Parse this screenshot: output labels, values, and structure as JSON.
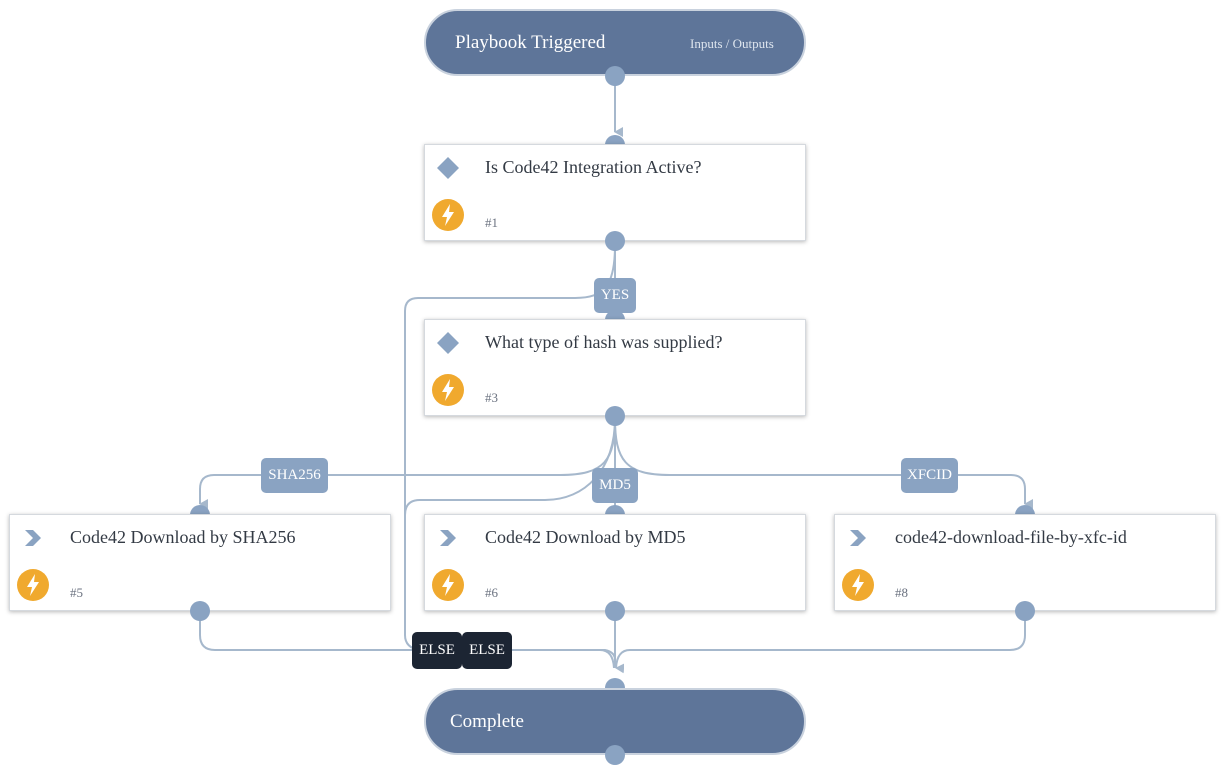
{
  "start": {
    "title": "Playbook Triggered",
    "link": "Inputs / Outputs"
  },
  "tasks": [
    {
      "name": "Is Code42 Integration Active?",
      "id": "#1",
      "icon": "diamond-icon"
    },
    {
      "name": "What type of hash was supplied?",
      "id": "#3",
      "icon": "diamond-icon"
    },
    {
      "name": "Code42 Download by SHA256",
      "id": "#5",
      "icon": "chevron-right-icon"
    },
    {
      "name": "Code42 Download by MD5",
      "id": "#6",
      "icon": "chevron-right-icon"
    },
    {
      "name": "code42-download-file-by-xfc-id",
      "id": "#8",
      "icon": "chevron-right-icon"
    }
  ],
  "labels": {
    "yes": "YES",
    "sha256": "SHA256",
    "md5": "MD5",
    "xfcid": "XFCID",
    "else_1": "ELSE",
    "else_2": "ELSE"
  },
  "end": {
    "title": "Complete"
  },
  "colors": {
    "terminal": "#5e7599",
    "connector": "#a6b8cc",
    "port": "#8aa3c2",
    "condition_label": "#8aa3c2",
    "else_label": "#1c2533",
    "bolt": "#f0a92e"
  }
}
